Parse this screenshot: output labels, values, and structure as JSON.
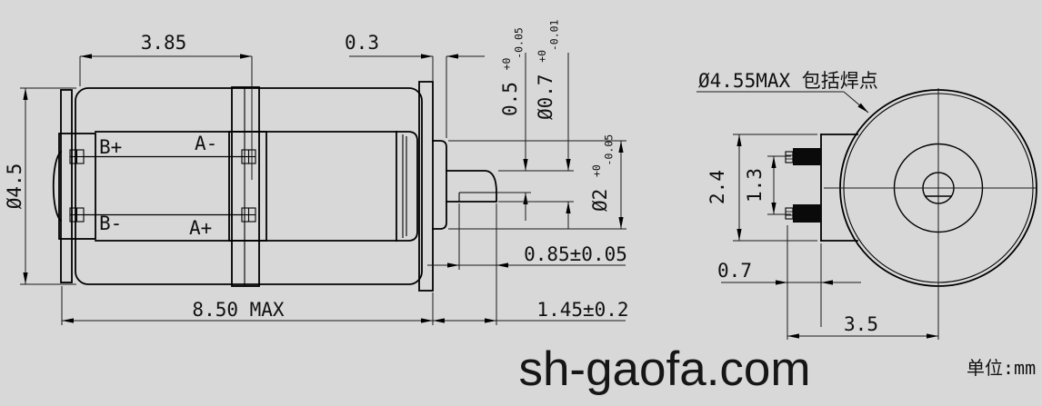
{
  "colors": {
    "background": "#d8d8d8",
    "line": "#000000",
    "text": "#111111",
    "terminal_fill": "#0a0a0a"
  },
  "watermark": "sh-gaofa.com",
  "units_note": "单位:mm",
  "side_view": {
    "terminal_labels": {
      "b_plus": "B+",
      "a_minus": "A-",
      "b_minus": "B-",
      "a_plus": "A+"
    },
    "dimensions": {
      "gearbox_length": "3.85",
      "boss_protrusion": "0.3",
      "body_diameter": "Ø4.5",
      "total_length": "8.50 MAX",
      "shaft_flat": {
        "main": "0.5",
        "tol_plus": "+0",
        "tol_minus": "-0.05"
      },
      "shaft_diameter": {
        "main": "Ø0.7",
        "tol_plus": "+0",
        "tol_minus": "-0.01"
      },
      "boss_diameter": {
        "main": "Ø2",
        "tol_plus": "+0",
        "tol_minus": "-0.05"
      },
      "shaft_flat_length": "0.85±0.05",
      "shaft_length": "1.45±0.2"
    }
  },
  "front_view": {
    "max_diameter_note": "Ø4.55MAX 包括焊点",
    "dimensions": {
      "bracket_height": "2.4",
      "terminal_pitch": "1.3",
      "terminal_protrusion": "0.7",
      "terminal_to_center": "3.5"
    }
  }
}
